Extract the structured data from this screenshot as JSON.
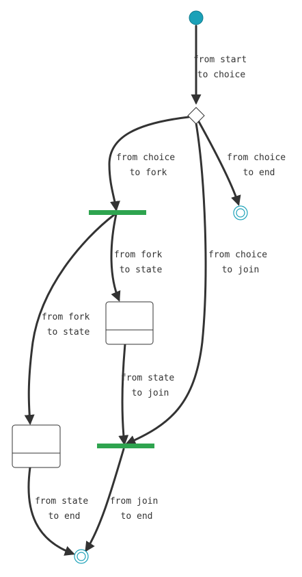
{
  "diagram": {
    "type": "state",
    "colors": {
      "start_node": "#1ba1b8",
      "end_node": "#1ba1b8",
      "fork_join_bar": "#2ea44f",
      "edge": "#333333",
      "state_border": "#333333"
    },
    "nodes": [
      {
        "id": "start",
        "kind": "initial-state",
        "label": ""
      },
      {
        "id": "choice",
        "kind": "choice",
        "label": ""
      },
      {
        "id": "fork",
        "kind": "fork",
        "label": ""
      },
      {
        "id": "join",
        "kind": "join",
        "label": ""
      },
      {
        "id": "state1",
        "kind": "state",
        "label": ""
      },
      {
        "id": "state2",
        "kind": "state",
        "label": ""
      },
      {
        "id": "end1",
        "kind": "final-state",
        "label": ""
      },
      {
        "id": "end2",
        "kind": "final-state",
        "label": ""
      }
    ],
    "edges": [
      {
        "from": "start",
        "to": "choice",
        "label_lines": [
          "from start",
          "to choice"
        ]
      },
      {
        "from": "choice",
        "to": "fork",
        "label_lines": [
          "from choice",
          "to fork"
        ]
      },
      {
        "from": "choice",
        "to": "end1",
        "label_lines": [
          "from choice",
          "to end"
        ]
      },
      {
        "from": "choice",
        "to": "join",
        "label_lines": [
          "from choice",
          "to join"
        ]
      },
      {
        "from": "fork",
        "to": "state1",
        "label_lines": [
          "from fork",
          "to state"
        ]
      },
      {
        "from": "fork",
        "to": "state2",
        "label_lines": [
          "from fork",
          "to state"
        ]
      },
      {
        "from": "state1",
        "to": "join",
        "label_lines": [
          "from state",
          "to join"
        ]
      },
      {
        "from": "state2",
        "to": "end2",
        "label_lines": [
          "from state",
          "to end"
        ]
      },
      {
        "from": "join",
        "to": "end2",
        "label_lines": [
          "from join",
          "to end"
        ]
      }
    ]
  }
}
